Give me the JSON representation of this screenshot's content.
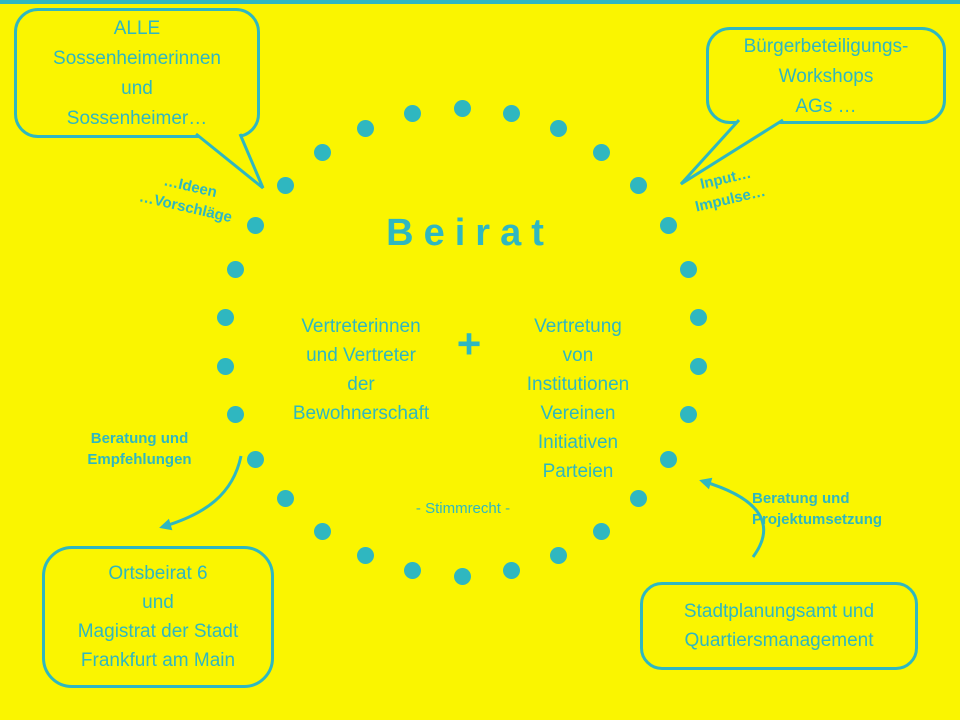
{
  "colors": {
    "background": "#FAF500",
    "accent": "#2FB7C0"
  },
  "bubble_top_left": {
    "lines": [
      "ALLE",
      "Sossenheimerinnen",
      "und",
      "Sossenheimer…"
    ]
  },
  "bubble_top_right": {
    "lines": [
      "Bürgerbeteiligungs-",
      "Workshops",
      "AGs …"
    ]
  },
  "label_ideas": {
    "lines": [
      "…Ideen",
      "…Vorschläge"
    ]
  },
  "label_input": {
    "lines": [
      "Input…",
      "Impulse…"
    ]
  },
  "center": {
    "title": "Beirat",
    "left_lines": [
      "Vertreterinnen",
      "und Vertreter",
      "der",
      "Bewohnerschaft"
    ],
    "plus": "+",
    "right_lines": [
      "Vertretung",
      "von",
      "Institutionen",
      "Vereinen",
      "Initiativen",
      "Parteien"
    ],
    "note": "- Stimmrecht -"
  },
  "label_left_arrow": {
    "lines": [
      "Beratung und",
      "Empfehlungen"
    ]
  },
  "label_right_arrow": {
    "lines": [
      "Beratung und",
      "Projektumsetzung"
    ]
  },
  "box_bottom_left": {
    "lines": [
      "Ortsbeirat 6",
      "und",
      "Magistrat der Stadt",
      "Frankfurt am Main"
    ]
  },
  "box_bottom_right": {
    "lines": [
      "Stadtplanungsamt und",
      "Quartiersmanagement"
    ]
  }
}
